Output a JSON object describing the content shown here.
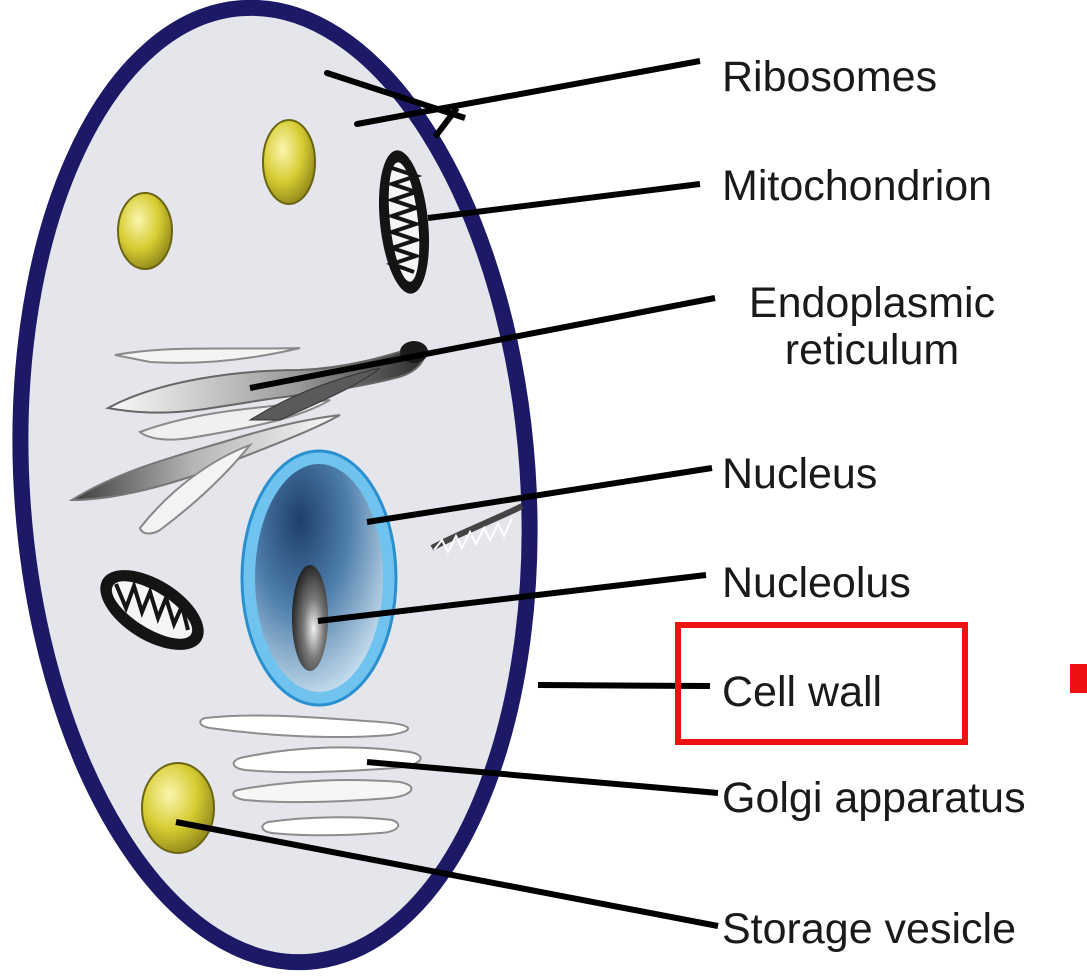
{
  "labels": {
    "ribosomes": "Ribosomes",
    "mitochondrion": "Mitochondrion",
    "er_line1": "Endoplasmic",
    "er_line2": "reticulum",
    "nucleus": "Nucleus",
    "nucleolus": "Nucleolus",
    "cell_wall": "Cell wall",
    "golgi": "Golgi apparatus",
    "storage_vesicle": "Storage vesicle"
  },
  "highlight": {
    "target": "Cell wall",
    "color": "#ee1111"
  },
  "colors": {
    "cell_wall": "#1c1a66",
    "cytoplasm": "#e4e6ec",
    "storage_vesicle": "#d8cf3a",
    "nuclear_envelope": "#5ab8e8",
    "nucleus_fill": "#3a6a98",
    "leader_lines": "#000000"
  },
  "icons": [
    "mitochondrion-icon",
    "ribosome-icon",
    "nucleus-icon",
    "nucleolus-icon",
    "golgi-icon",
    "endoplasmic-reticulum-icon",
    "storage-vesicle-icon"
  ]
}
